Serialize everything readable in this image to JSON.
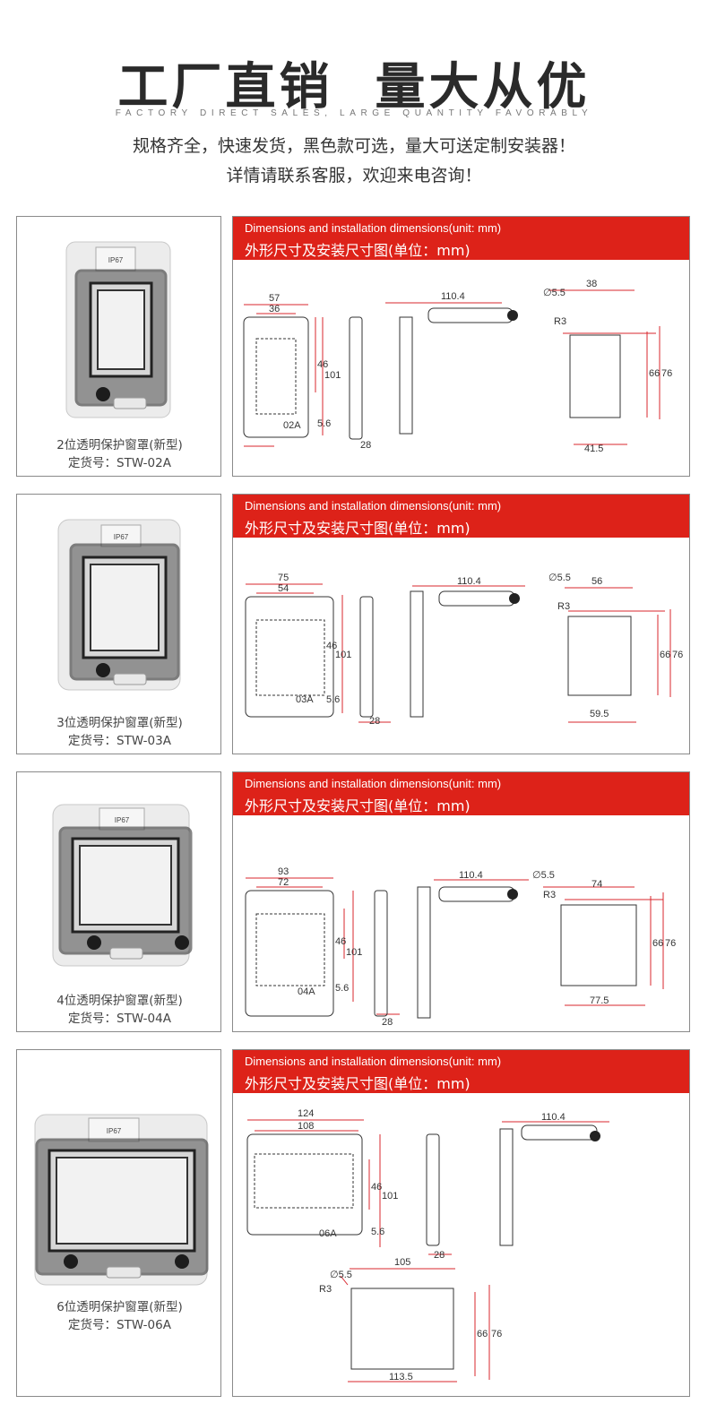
{
  "header": {
    "title": "工厂直销  量大从优",
    "subtitle_en": "FACTORY DIRECT SALES, LARGE QUANTITY FAVORABLY",
    "line1": "规格齐全，快速发货，黑色款可选，量大可送定制安装器！",
    "line2": "详情请联系客服，欢迎来电咨询！"
  },
  "banner": {
    "en": "Dimensions and installation dimensions(unit: mm)",
    "cn": "外形尺寸及安装尺寸图(单位：mm)"
  },
  "colors": {
    "banner_red": "#dd2219",
    "dimension_red": "#d9272e",
    "frame_dark": "#2b2b2b"
  },
  "products": [
    {
      "name": "2位透明保护窗罩(新型)",
      "order_no": "定货号：STW-02A",
      "photo_label": "IP67",
      "front": {
        "w": "57",
        "inner_w": "36",
        "h": "101",
        "h_inner": "46",
        "gap": "5.6",
        "code": "02A"
      },
      "side": {
        "depth": "28"
      },
      "open": {
        "len": "110.4"
      },
      "mount": {
        "w_top": "38",
        "w_bottom": "41.5",
        "h_in": "66",
        "h_out": "76",
        "hole": "∅5.5",
        "radius": "R3"
      }
    },
    {
      "name": "3位透明保护窗罩(新型)",
      "order_no": "定货号：STW-03A",
      "photo_label": "IP67",
      "front": {
        "w": "75",
        "inner_w": "54",
        "h": "101",
        "h_inner": "46",
        "gap": "5.6",
        "code": "03A"
      },
      "side": {
        "depth": "28"
      },
      "open": {
        "len": "110.4"
      },
      "mount": {
        "w_top": "56",
        "w_bottom": "59.5",
        "h_in": "66",
        "h_out": "76",
        "hole": "∅5.5",
        "radius": "R3"
      }
    },
    {
      "name": "4位透明保护窗罩(新型)",
      "order_no": "定货号：STW-04A",
      "photo_label": "IP67",
      "front": {
        "w": "93",
        "inner_w": "72",
        "h": "101",
        "h_inner": "46",
        "gap": "5.6",
        "code": "04A"
      },
      "side": {
        "depth": "28"
      },
      "open": {
        "len": "110.4"
      },
      "mount": {
        "w_top": "74",
        "w_bottom": "77.5",
        "h_in": "66",
        "h_out": "76",
        "hole": "∅5.5",
        "radius": "R3"
      }
    },
    {
      "name": "6位透明保护窗罩(新型)",
      "order_no": "定货号：STW-06A",
      "photo_label": "IP67",
      "front": {
        "w": "124",
        "inner_w": "108",
        "h": "101",
        "h_inner": "46",
        "gap": "5.6",
        "code": "06A"
      },
      "side": {
        "depth": "28"
      },
      "open": {
        "len": "110.4"
      },
      "mount": {
        "w_top": "105",
        "w_bottom": "113.5",
        "h_in": "66",
        "h_out": "76",
        "hole": "∅5.5",
        "radius": "R3"
      }
    }
  ]
}
